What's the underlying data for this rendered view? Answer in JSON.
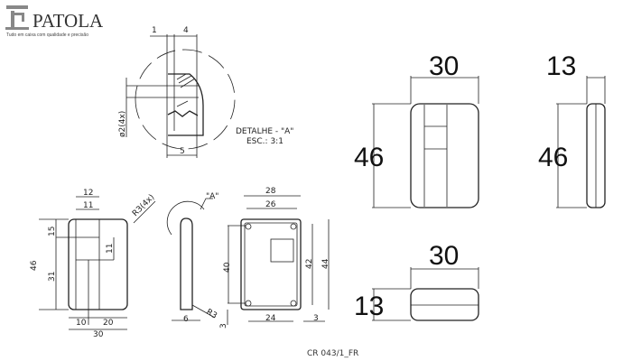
{
  "logo": {
    "name": "PATOLA",
    "tagline": "Tudo em caixa com qualidade e precisão"
  },
  "detail": {
    "dim_1": "1",
    "dim_4": "4",
    "dim_5": "5",
    "hole": "ø2(4x)",
    "title": "DETALHE - \"A\"",
    "scale": "ESC.: 3:1"
  },
  "front": {
    "w12": "12",
    "w11": "11",
    "h15": "15",
    "h46": "46",
    "h31": "31",
    "h11": "11",
    "radius": "R3(4x)",
    "w10": "10",
    "w20": "20",
    "w30": "30"
  },
  "side": {
    "callout": "\"A\"",
    "radius": "R3",
    "w6": "6"
  },
  "top": {
    "w28": "28",
    "w26": "26",
    "h40": "40",
    "h42": "42",
    "h44": "44",
    "w24": "24",
    "w3": "3",
    "h3": "3"
  },
  "iso_front": {
    "width": "30",
    "height": "46"
  },
  "iso_side": {
    "width": "13",
    "height": "46"
  },
  "iso_bottom": {
    "width": "30",
    "height": "13"
  },
  "drawing_code": "CR 043/1_FR"
}
